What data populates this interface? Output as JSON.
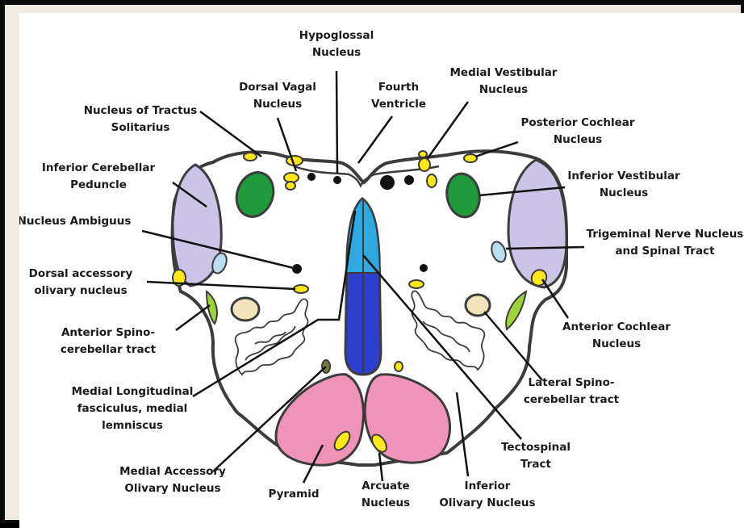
{
  "colors": {
    "background": "#ffffff",
    "frame": "#0b0b0b",
    "border": "#efeadf",
    "outline": "#3c3c3c",
    "lavender": "#cbc4e6",
    "green": "#1e9b3a",
    "yellow": "#ffe81a",
    "light_blue": "#b9def0",
    "cyan": "#2ea8e0",
    "blue": "#2d3fcf",
    "pink": "#f093b8",
    "tan": "#f2e3bd",
    "lime": "#9fd23a"
  },
  "labels": {
    "hypoglossal": [
      "Hypoglossal",
      "Nucleus"
    ],
    "dorsal_vagal": [
      "Dorsal Vagal",
      "Nucleus"
    ],
    "fourth_ventricle": [
      "Fourth",
      "Ventricle"
    ],
    "medial_vestibular": [
      "Medial Vestibular",
      "Nucleus"
    ],
    "tractus_solitarius": [
      "Nucleus of Tractus",
      "Solitarius"
    ],
    "posterior_cochlear": [
      "Posterior Cochlear",
      "Nucleus"
    ],
    "inferior_cerebellar": [
      "Inferior Cerebellar",
      "Peduncle"
    ],
    "inferior_vestibular": [
      "Inferior Vestibular",
      "Nucleus"
    ],
    "ambiguus": [
      "Nucleus Ambiguus"
    ],
    "trigeminal": [
      "Trigeminal Nerve Nucleus",
      "and Spinal Tract"
    ],
    "dorsal_accessory": [
      "Dorsal accessory",
      "olivary nucleus"
    ],
    "anterior_cochlear": [
      "Anterior Cochlear",
      "Nucleus"
    ],
    "anterior_spino": [
      "Anterior Spino-",
      "cerebellar tract"
    ],
    "lateral_spino": [
      "Lateral Spino-",
      "cerebellar tract"
    ],
    "mlf": [
      "Medial Longitudinal",
      "fasciculus, medial",
      "lemniscus"
    ],
    "tectospinal": [
      "Tectospinal",
      "Tract"
    ],
    "medial_accessory": [
      "Medial Accessory",
      "Olivary Nucleus"
    ],
    "pyramid": [
      "Pyramid"
    ],
    "arcuate": [
      "Arcuate",
      "Nucleus"
    ],
    "inferior_olivary": [
      "Inferior",
      "Olivary Nucleus"
    ]
  }
}
